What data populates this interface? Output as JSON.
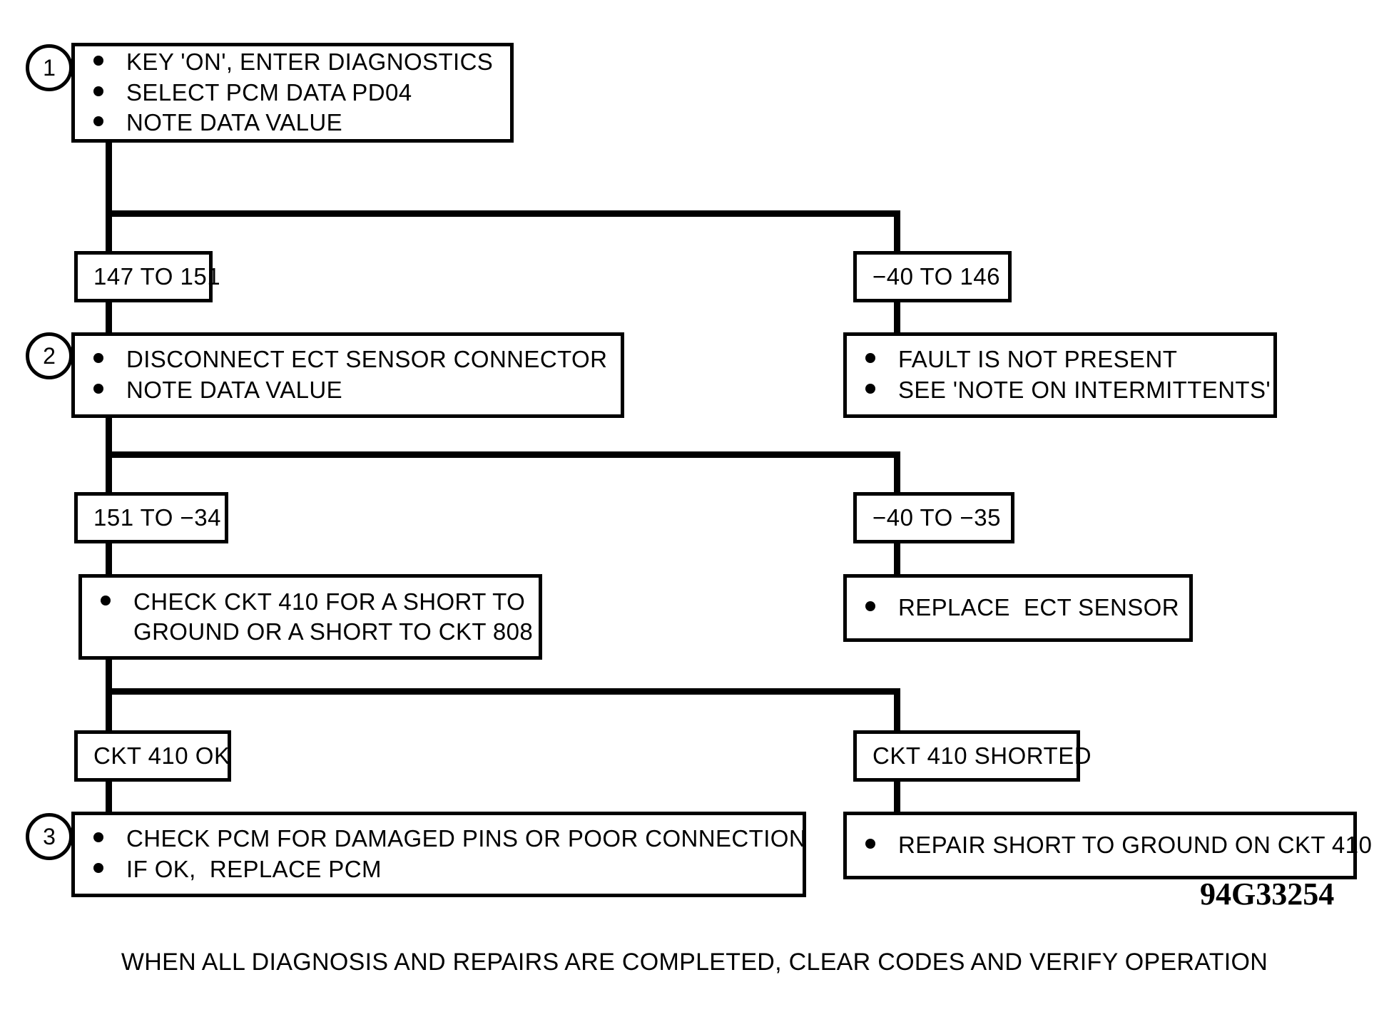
{
  "figure": {
    "id_code": "94G33254",
    "caption": "WHEN ALL DIAGNOSIS AND REPAIRS ARE COMPLETED, CLEAR CODES AND VERIFY OPERATION"
  },
  "steps": {
    "one": "1",
    "two": "2",
    "three": "3"
  },
  "nodes": {
    "step1": {
      "bullets": [
        "KEY 'ON', ENTER DIAGNOSTICS",
        "SELECT PCM DATA PD04",
        "NOTE DATA VALUE"
      ]
    },
    "branch1_left": {
      "label": "147 TO 151"
    },
    "branch1_right": {
      "label": "−40 TO 146"
    },
    "step2": {
      "bullets": [
        "DISCONNECT ECT SENSOR CONNECTOR",
        "NOTE DATA VALUE"
      ]
    },
    "intermittent": {
      "bullets": [
        "FAULT IS NOT PRESENT",
        "SEE 'NOTE ON INTERMITTENTS'"
      ]
    },
    "branch2_left": {
      "label": "151 TO −34"
    },
    "branch2_right": {
      "label": "−40 TO −35"
    },
    "check_ckt410": {
      "bullets": [
        "CHECK CKT 410 FOR A SHORT TO\nGROUND OR A SHORT TO CKT 808"
      ]
    },
    "replace_sensor": {
      "bullets": [
        "REPLACE  ECT SENSOR"
      ]
    },
    "branch3_left": {
      "label": "CKT 410 OK"
    },
    "branch3_right": {
      "label": "CKT 410 SHORTED"
    },
    "step3": {
      "bullets": [
        "CHECK PCM FOR DAMAGED PINS OR POOR CONNECTION",
        "IF OK,  REPLACE PCM"
      ]
    },
    "repair_short": {
      "bullets": [
        "REPAIR SHORT TO GROUND ON CKT 410"
      ]
    }
  },
  "colors": {
    "line": "#000000",
    "background": "#ffffff"
  }
}
